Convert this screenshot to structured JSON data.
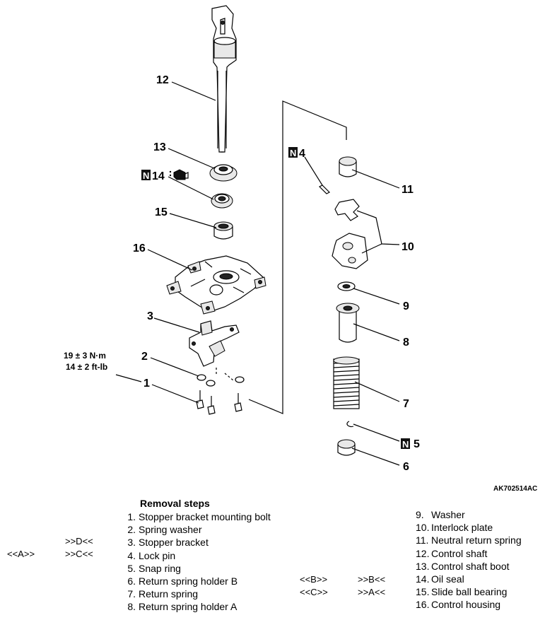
{
  "diagram": {
    "reference_code": "AK702514AC",
    "callouts": [
      "1",
      "2",
      "3",
      "4",
      "5",
      "6",
      "7",
      "8",
      "9",
      "10",
      "11",
      "12",
      "13",
      "14",
      "15",
      "16"
    ],
    "torque": {
      "line1": "19 ± 3 N·m",
      "line2": "14 ± 2 ft-lb"
    },
    "n_marker_letter": "N"
  },
  "removal": {
    "title": "Removal steps",
    "left_steps": [
      {
        "num": "1.",
        "label": "Stopper bracket mounting bolt"
      },
      {
        "num": "2.",
        "label": "Spring washer"
      },
      {
        "num": "3.",
        "label": "Stopper bracket"
      },
      {
        "num": "4.",
        "label": "Lock pin"
      },
      {
        "num": "5.",
        "label": "Snap ring"
      },
      {
        "num": "6.",
        "label": "Return spring holder B"
      },
      {
        "num": "7.",
        "label": "Return spring"
      },
      {
        "num": "8.",
        "label": "Return spring holder A"
      }
    ],
    "right_steps": [
      {
        "num": "9.",
        "label": "Washer"
      },
      {
        "num": "10.",
        "label": "Interlock plate"
      },
      {
        "num": "11.",
        "label": "Neutral return spring"
      },
      {
        "num": "12.",
        "label": "Control shaft"
      },
      {
        "num": "13.",
        "label": "Control shaft boot"
      },
      {
        "num": "14.",
        "label": "Oil seal"
      },
      {
        "num": "15.",
        "label": "Slide ball bearing"
      },
      {
        "num": "16.",
        "label": "Control housing"
      }
    ],
    "marks": {
      "step3_install": ">>D<<",
      "step4_remove": "<<A>>",
      "step4_install": ">>C<<",
      "step14_remove": "<<B>>",
      "step14_install": ">>B<<",
      "step15_remove": "<<C>>",
      "step15_install": ">>A<<"
    }
  }
}
